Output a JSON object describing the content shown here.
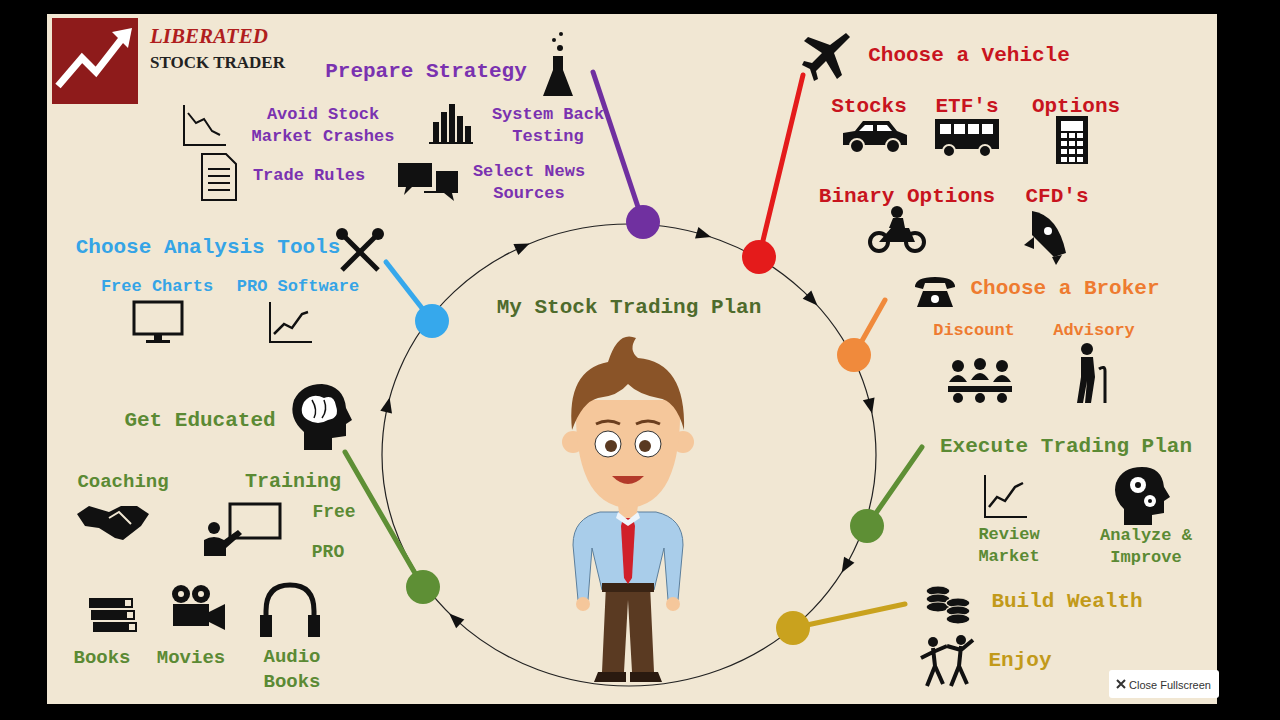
{
  "diagram": {
    "title": "My Stock Trading Plan",
    "nodes": [
      {
        "text": [
          "Close Fullscreen"
        ]
      }
    ],
    "labels": [
      "LIBERATED",
      "STOCK TRADER",
      "Prepare Strategy",
      "Avoid Stock Market Crashes",
      "System Back Testing",
      "Trade Rules",
      "Select News Sources",
      "Choose a Vehicle",
      "Stocks",
      "ETF's",
      "Options",
      "Binary Options",
      "CFD's",
      "Choose a Broker",
      "Discount",
      "Advisory",
      "Execute Trading Plan",
      "Review Market",
      "Analyze & Improve",
      "Build Wealth",
      "Enjoy",
      "Choose Analysis Tools",
      "Free Charts",
      "PRO Software",
      "Get Educated",
      "Coaching",
      "Training",
      "Free",
      "PRO",
      "Books",
      "Movies",
      "Audio Books"
    ]
  }
}
